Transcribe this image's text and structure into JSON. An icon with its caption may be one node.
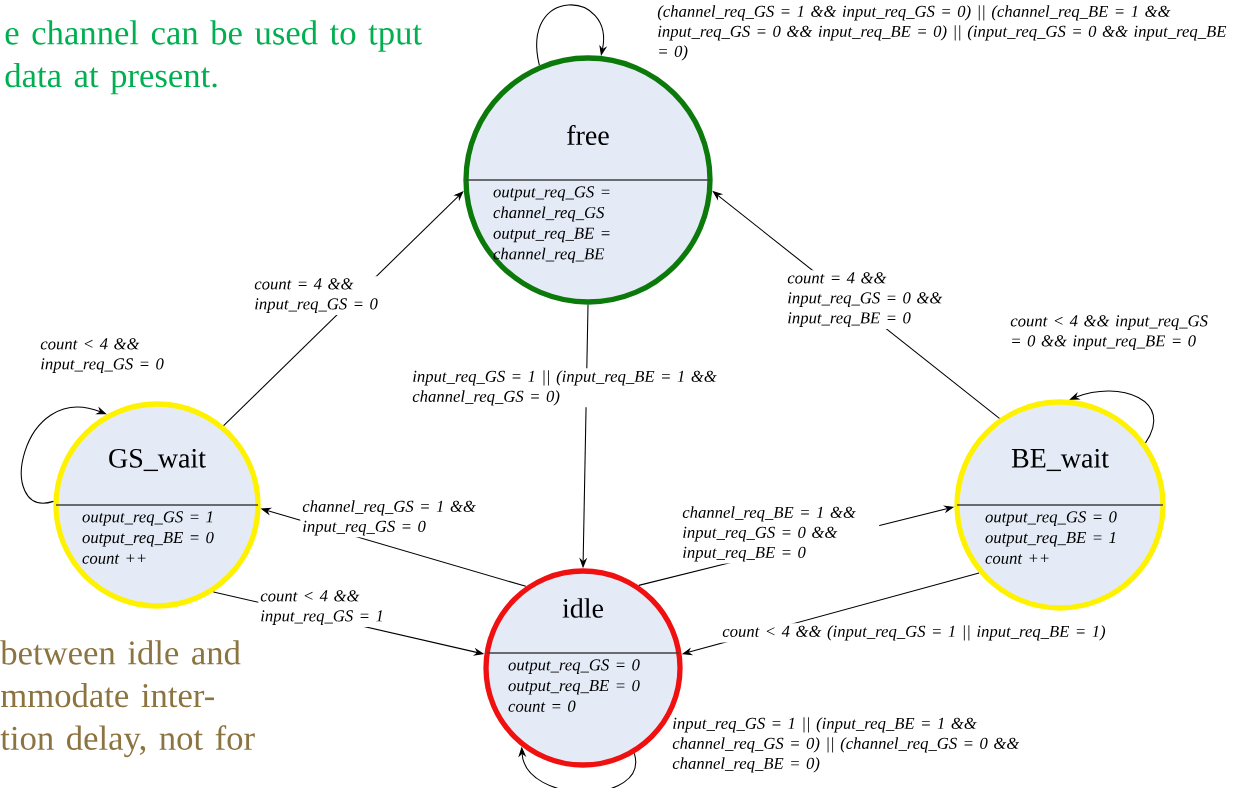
{
  "diagram": {
    "nodes": [
      {
        "text": [
          "free",
          "output_req_GS = channel_req_GS output_req_BE = channel_req_BE"
        ]
      },
      {
        "text": [
          "GS_wait",
          "output_req_GS = 1 output_req_BE = 0 count ++"
        ]
      },
      {
        "text": [
          "BE_wait",
          "output_req_GS = 0 output_req_BE = 1 count ++"
        ]
      },
      {
        "text": [
          "idle",
          "output_req_GS = 0 output_req_BE = 0 count = 0"
        ]
      }
    ],
    "edges": [
      {
        "from": 0,
        "to": 0,
        "arrow": "to",
        "label": "(channel_req_GS = 1 && input_req_GS = 0) || (channel_req_BE = 1 && input_req_GS = 0 && input_req_BE = 0) || (input_req_GS = 0 && input_req_BE = 0)"
      },
      {
        "from": 1,
        "to": 0,
        "arrow": "to",
        "label": "count = 4 && input_req_GS = 0"
      },
      {
        "from": 2,
        "to": 0,
        "arrow": "to",
        "label": "count = 4 && input_req_GS = 0 && input_req_BE = 0"
      },
      {
        "from": 0,
        "to": 3,
        "arrow": "to",
        "label": "input_req_GS = 1 || (input_req_BE = 1 && channel_req_GS = 0)"
      },
      {
        "from": 1,
        "to": 1,
        "arrow": "to",
        "label": "count < 4 && input_req_GS = 0"
      },
      {
        "from": 2,
        "to": 2,
        "arrow": "to",
        "label": "count < 4 && input_req_GS = 0 && input_req_BE = 0"
      },
      {
        "from": 3,
        "to": 1,
        "arrow": "to",
        "label": "channel_req_GS = 1 && input_req_GS = 0"
      },
      {
        "from": 1,
        "to": 3,
        "arrow": "to",
        "label": "count < 4 && input_req_GS = 1"
      },
      {
        "from": 3,
        "to": 2,
        "arrow": "to",
        "label": "channel_req_BE = 1 && input_req_GS = 0 && input_req_BE = 0"
      },
      {
        "from": 2,
        "to": 3,
        "arrow": "to",
        "label": "count < 4 && (input_req_GS = 1 || input_req_BE = 1)"
      },
      {
        "from": 3,
        "to": 3,
        "arrow": "to",
        "label": "input_req_GS = 1 || (input_req_BE = 1 && channel_req_GS = 0) || (channel_req_GS = 0 && channel_req_BE = 0)"
      }
    ],
    "labels": [
      "e channel can be used to tput data at present.",
      "between idle and mmodate inter- tion delay, not for"
    ]
  }
}
